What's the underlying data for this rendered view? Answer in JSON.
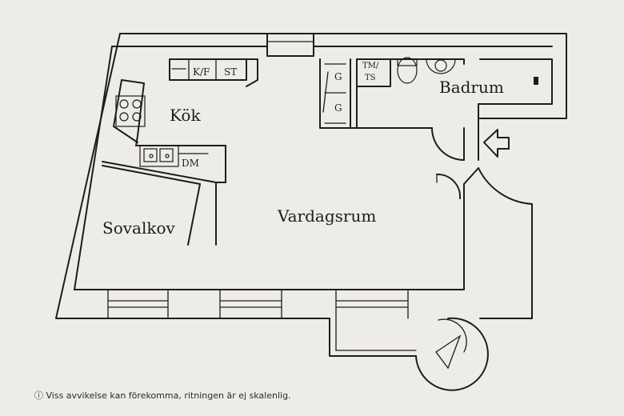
{
  "rooms": {
    "kitchen": "Kök",
    "living_room": "Vardagsrum",
    "sleeping_alcove": "Sovalkov",
    "bathroom": "Badrum"
  },
  "fixtures": {
    "fridge_freezer": "K/F",
    "cabinet": "ST",
    "wardrobe_upper": "G",
    "wardrobe_lower": "G",
    "washer_dryer_line1": "TM/",
    "washer_dryer_line2": "TS",
    "dishwasher": "DM"
  },
  "disclaimer": {
    "icon": "ⓘ",
    "text": "Viss avvikelse kan förekomma, ritningen är ej skalenlig."
  }
}
